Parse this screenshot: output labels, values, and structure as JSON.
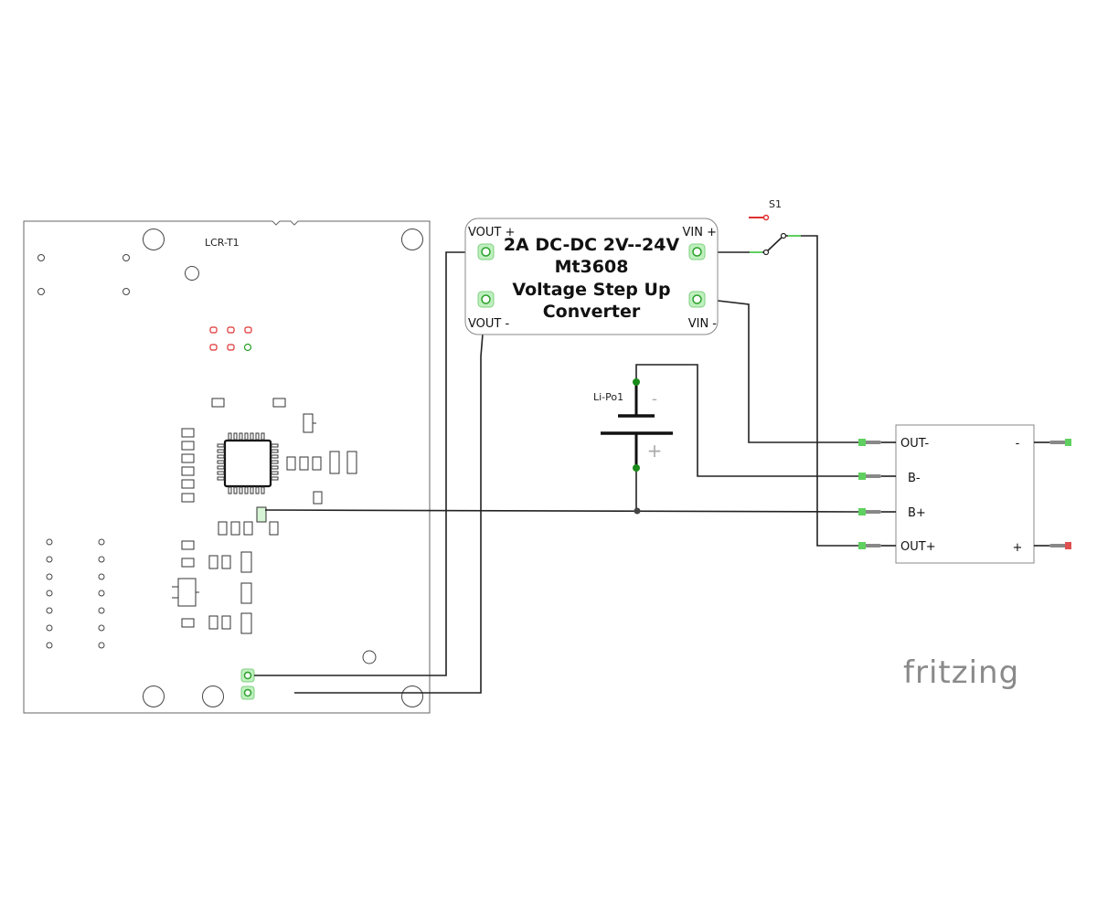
{
  "lcr_module": {
    "label": "LCR-T1"
  },
  "converter": {
    "title_lines": [
      "2A DC-DC 2V--24V",
      "Mt3608",
      "Voltage Step Up",
      "Converter"
    ],
    "vout_plus": "VOUT +",
    "vout_minus": "VOUT -",
    "vin_plus": "VIN +",
    "vin_minus": "VIN -"
  },
  "switch": {
    "label": "S1"
  },
  "battery": {
    "label": "Li-Po1",
    "minus_sign": "-",
    "plus_sign": "+"
  },
  "charger": {
    "pins": [
      "OUT-",
      "B-",
      "B+",
      "OUT+"
    ],
    "right_minus": "-",
    "right_plus": "+"
  },
  "logo": {
    "text": "fritzing"
  },
  "colors": {
    "wire": "#222222",
    "pad_red": "#e03030",
    "pad_green": "#2aa02a",
    "connector_highlight": "#bff0bf",
    "logo": "#8a8a8a"
  }
}
